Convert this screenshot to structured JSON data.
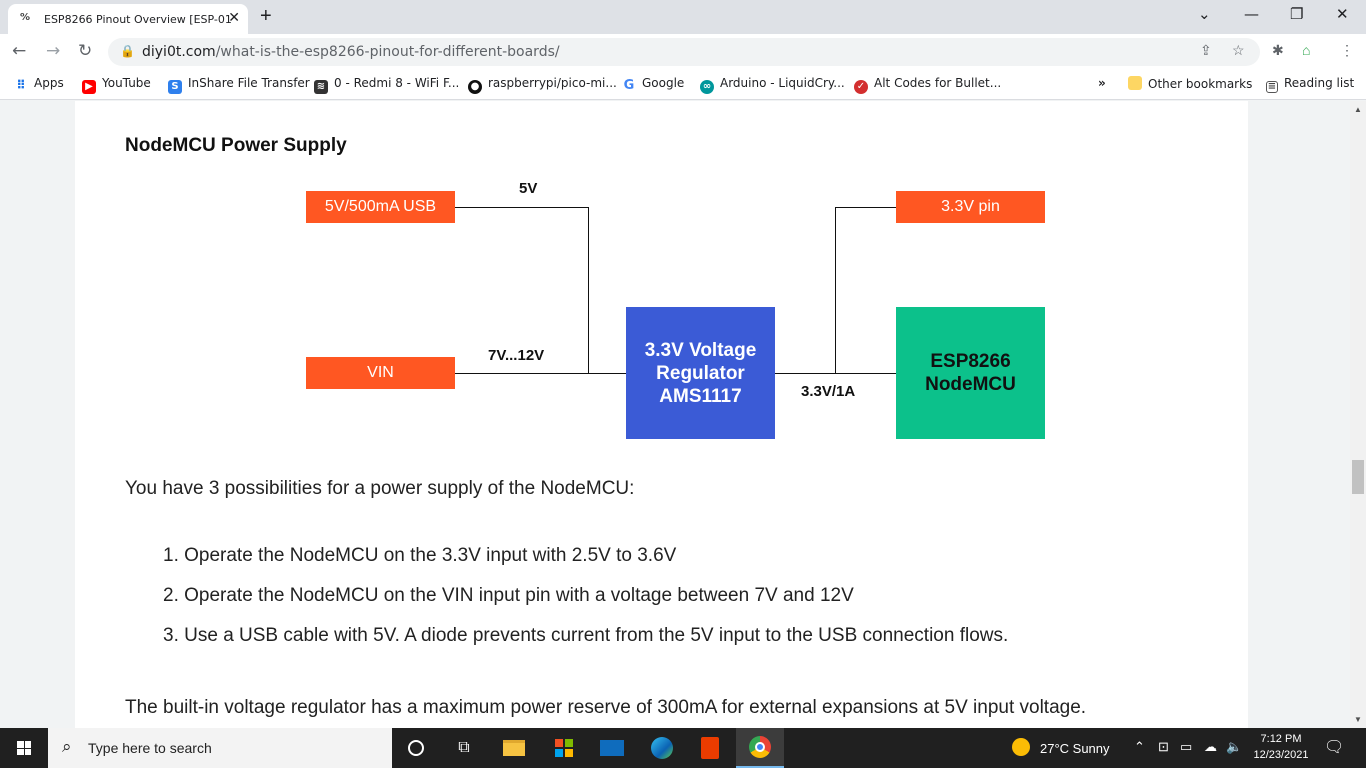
{
  "browser": {
    "tab_title": "ESP8266 Pinout Overview [ESP-01",
    "tab_close": "✕",
    "new_tab": "+",
    "url_host": "diyi0t.com",
    "url_path": "/what-is-the-esp8266-pinout-for-different-boards/",
    "bookmarks": [
      {
        "label": "Apps"
      },
      {
        "label": "YouTube"
      },
      {
        "label": "InShare File Transfer"
      },
      {
        "label": "0 - Redmi 8 - WiFi F..."
      },
      {
        "label": "raspberrypi/pico-mi..."
      },
      {
        "label": "Google"
      },
      {
        "label": "Arduino - LiquidCry..."
      },
      {
        "label": "Alt Codes for Bullet..."
      }
    ],
    "bookmarks_overflow": "»",
    "other_bookmarks": "Other bookmarks",
    "reading_list": "Reading list"
  },
  "page": {
    "section_title": "NodeMCU Power Supply",
    "diagram": {
      "usb_box": "5V/500mA USB",
      "vin_box": "VIN",
      "pin33_box": "3.3V pin",
      "regulator_line1": "3.3V Voltage",
      "regulator_line2": "Regulator",
      "regulator_line3": "AMS1117",
      "esp_line1": "ESP8266",
      "esp_line2": "NodeMCU",
      "label_5v": "5V",
      "label_vin_range": "7V...12V",
      "label_out": "3.3V/1A",
      "colors": {
        "orange": "#ff5722",
        "blue": "#3b5bd6",
        "green": "#0cc18b"
      }
    },
    "intro": "You have 3 possibilities for a power supply of the NodeMCU:",
    "list": [
      "1. Operate the NodeMCU on the 3.3V input with 2.5V to 3.6V",
      "2. Operate the NodeMCU on the VIN input pin with a voltage between 7V and 12V",
      "3. Use a USB cable with 5V. A diode prevents current from the 5V input to the USB connection flows."
    ],
    "footer": "The built-in voltage regulator has a maximum power reserve of 300mA for external expansions at 5V input voltage."
  },
  "taskbar": {
    "search_placeholder": "Type here to search",
    "weather": "27°C  Sunny",
    "time": "7:12 PM",
    "date": "12/23/2021"
  }
}
